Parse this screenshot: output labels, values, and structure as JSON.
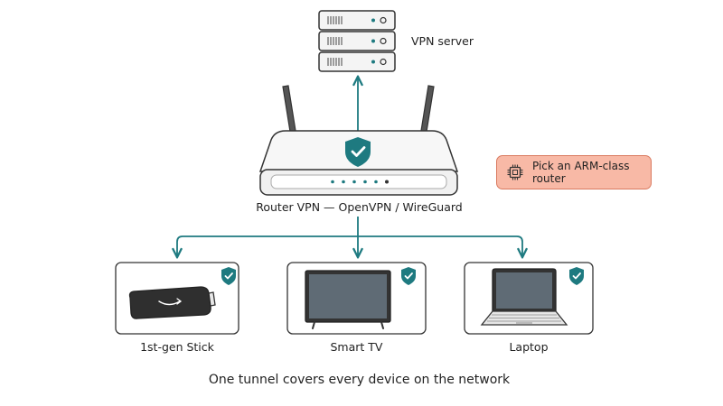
{
  "labels": {
    "vpn_server": "VPN server",
    "router": "Router VPN — OpenVPN / WireGuard",
    "stick": "1st-gen Stick",
    "tv": "Smart TV",
    "laptop": "Laptop"
  },
  "tip": {
    "text": "Pick an ARM-class router",
    "icon": "cpu-chip-icon"
  },
  "caption": "One tunnel covers every device on the network",
  "colors": {
    "accent": "#1e7a80",
    "tip_bg": "#f8b9a6",
    "tip_border": "#d97a60",
    "outline": "#333333",
    "screen": "#5f6b75"
  }
}
